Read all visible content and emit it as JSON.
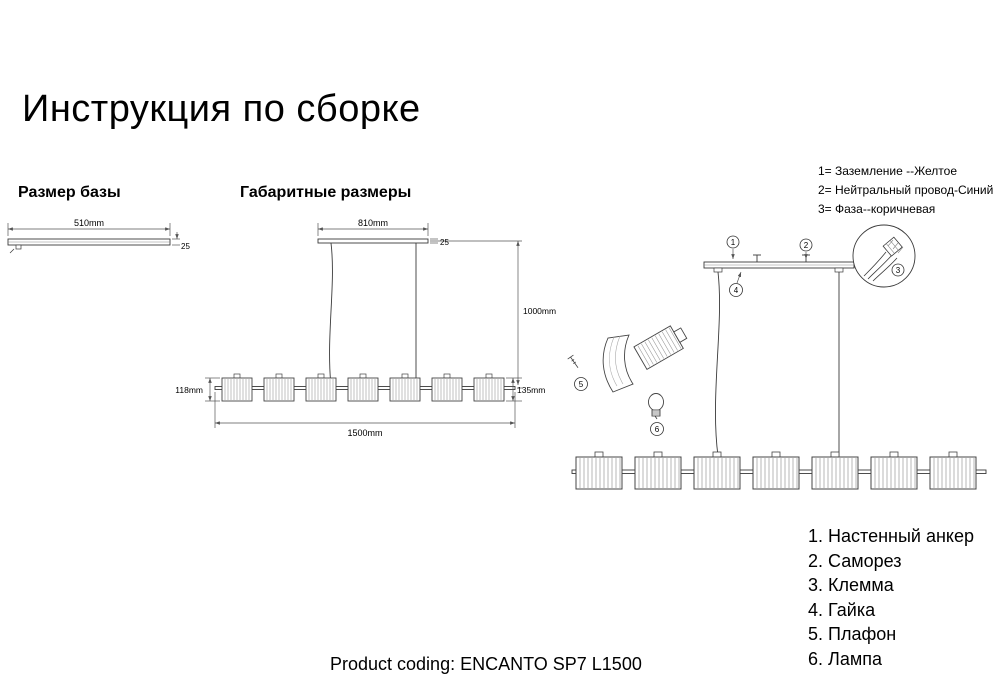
{
  "page": {
    "title": "Инструкция по сборке",
    "product_coding": "Product coding: ENCANTO SP7 L1500"
  },
  "base_size": {
    "label": "Размер базы",
    "width": "510mm",
    "thickness": "25"
  },
  "overall": {
    "label": "Габаритные размеры",
    "canopy_width": "810mm",
    "canopy_thickness": "25",
    "drop_height": "1000mm",
    "left_height": "118mm",
    "shade_height": "135mm",
    "length": "1500mm"
  },
  "legend": {
    "items": [
      "1= Заземление --Желтое",
      "2= Нейтральный провод-Синий",
      "3= Фаза--коричневая"
    ]
  },
  "callouts": {
    "c1": "1",
    "c2": "2",
    "c3": "3",
    "c4": "4",
    "c5": "5",
    "c6": "6"
  },
  "parts": {
    "items": [
      "1. Настенный анкер",
      "2. Саморез",
      "3. Клемма",
      "4. Гайка",
      "5. Плафон",
      "6. Лампа"
    ]
  }
}
